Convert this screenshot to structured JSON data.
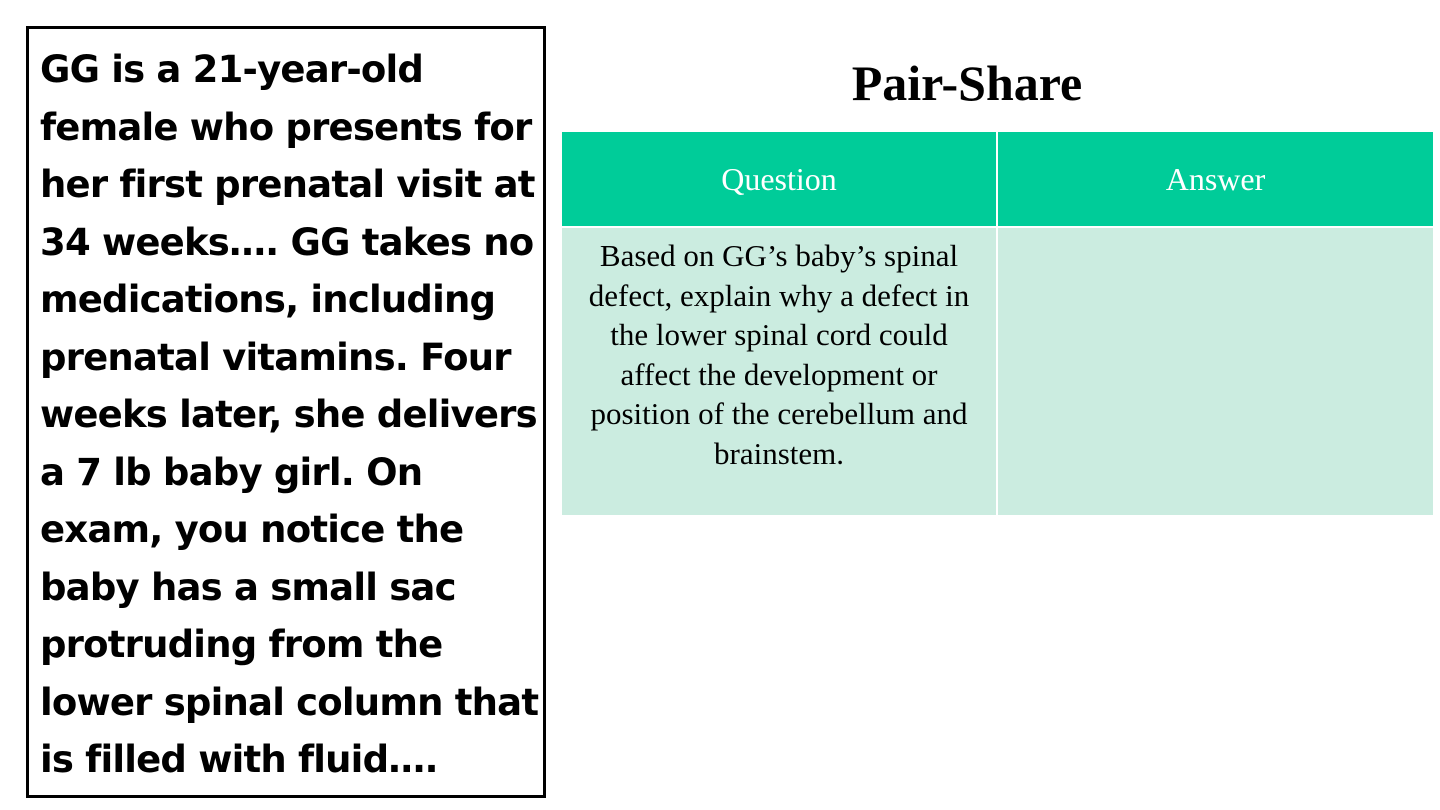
{
  "case": {
    "text": "GG is a 21-year-old\nfemale who presents for\nher first prenatal visit at\n34 weeks…. GG takes no\nmedications, including\nprenatal vitamins. Four\nweeks later, she delivers\na 7 lb baby girl. On\nexam, you notice the\nbaby has a small sac\nprotruding from the\nlower spinal column that\nis filled with fluid…."
  },
  "slide": {
    "title": "Pair-Share"
  },
  "table": {
    "headers": [
      "Question",
      "Answer"
    ],
    "rows": [
      {
        "question": "Based on GG’s baby’s spinal defect, explain why a defect in the lower spinal cord could affect the development or position of the cerebellum and brainstem.",
        "answer": ""
      }
    ]
  },
  "colors": {
    "header_bg": "#00cc99",
    "row_bg": "#cbece0",
    "border": "#000000"
  }
}
